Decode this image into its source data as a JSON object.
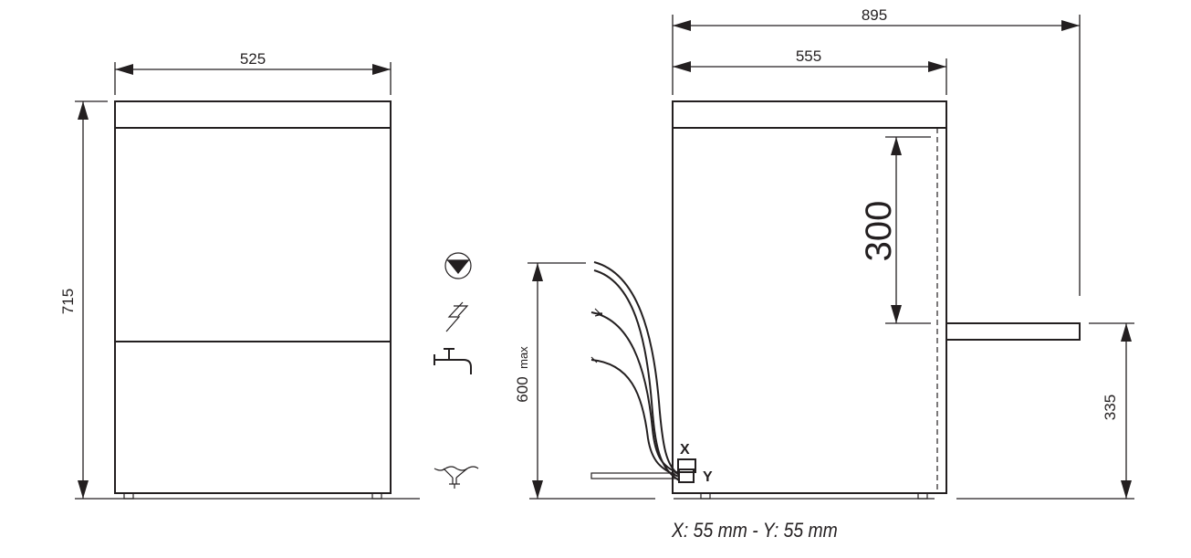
{
  "dimensions": {
    "front_width": "525",
    "front_height": "715",
    "side_depth": "555",
    "side_depth_open": "895",
    "door_drop": "300",
    "door_height_open": "335",
    "connection_height": "600",
    "connection_height_unit": "max"
  },
  "labels": {
    "x_marker": "X",
    "y_marker": "Y"
  },
  "caption": "X: 55 mm - Y: 55 mm",
  "icons": [
    "drain-icon",
    "electric-icon",
    "water-tap-icon",
    "floor-drain-icon"
  ],
  "colors": {
    "line": "#231f20",
    "background": "#ffffff"
  }
}
